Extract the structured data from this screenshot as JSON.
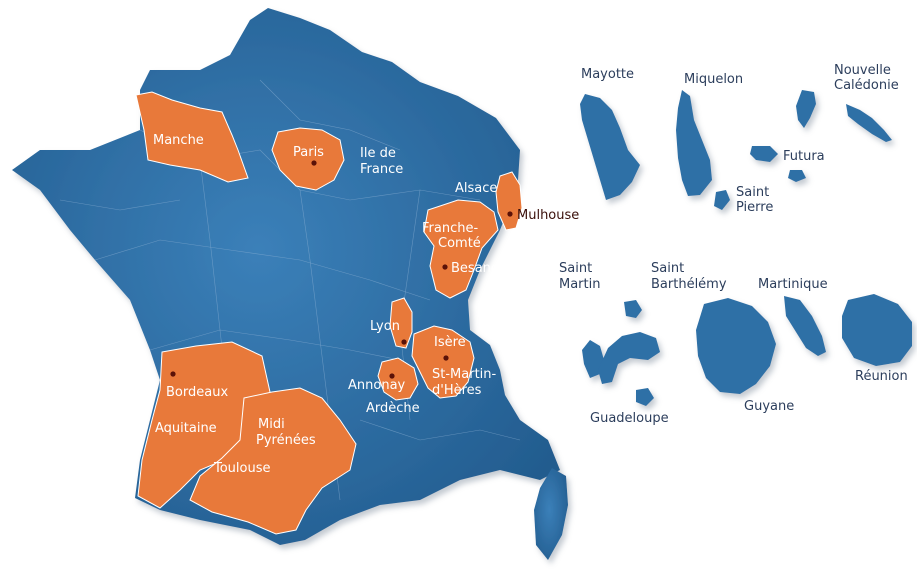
{
  "colors": {
    "territory": "#2e6fa6",
    "highlight": "#e8793a",
    "label_dark": "#2c3e5c",
    "label_light": "#ffffff",
    "city_dot": "#5a1208"
  },
  "mainland_labels": {
    "manche": "Manche",
    "paris": "Paris",
    "ile_de_france_1": "Ile de",
    "ile_de_france_2": "France",
    "alsace": "Alsace",
    "mulhouse": "Mulhouse",
    "franche_comte_1": "Franche-",
    "franche_comte_2": "Comté",
    "besancon": "Besançon",
    "lyon": "Lyon",
    "isere": "Isère",
    "st_martin_1": "St-Martin-",
    "st_martin_2": "d'Hères",
    "annonay": "Annonay",
    "ardeche": "Ardèche",
    "bordeaux": "Bordeaux",
    "aquitaine": "Aquitaine",
    "midi_1": "Midi",
    "midi_2": "Pyrénées",
    "toulouse": "Toulouse"
  },
  "overseas_labels": {
    "mayotte": "Mayotte",
    "miquelon": "Miquelon",
    "nouvelle_1": "Nouvelle",
    "nouvelle_2": "Calédonie",
    "futura": "Futura",
    "saint_pierre_1": "Saint",
    "saint_pierre_2": "Pierre",
    "saint_martin_1": "Saint",
    "saint_martin_2": "Martin",
    "saint_barth_1": "Saint",
    "saint_barth_2": "Barthélémy",
    "martinique": "Martinique",
    "reunion": "Réunion",
    "guadeloupe": "Guadeloupe",
    "guyane": "Guyane"
  }
}
